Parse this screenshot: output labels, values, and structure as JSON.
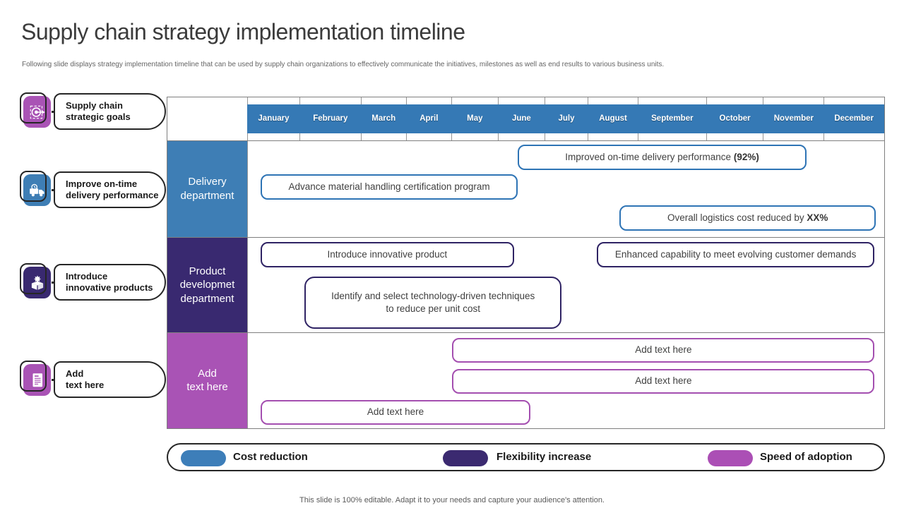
{
  "slide": {
    "title": "Supply chain strategy implementation timeline",
    "subtitle": "Following slide displays strategy implementation  timeline  that can be used by supply chain organizations to effectively communicate the initiatives,  milestones as  well as end results to various business units.",
    "footer": "This slide is 100% editable. Adapt it to your needs and capture your audience's attention."
  },
  "sidebar": {
    "items": [
      {
        "label": "Supply chain\nstrategic goals",
        "icon": "target-icon",
        "color": "#A953B5"
      },
      {
        "label": "Improve on-time\ndelivery performance",
        "icon": "truck-icon",
        "color": "#3E7EB5"
      },
      {
        "label": "Introduce\ninnovative products",
        "icon": "innovation-box-icon",
        "color": "#392970"
      },
      {
        "label": "Add\ntext here",
        "icon": "document-icon",
        "color": "#A953B5"
      }
    ]
  },
  "timeline": {
    "months": [
      "January",
      "February",
      "March",
      "April",
      "May",
      "June",
      "July",
      "August",
      "September",
      "October",
      "November",
      "December"
    ],
    "rows": [
      {
        "department": "Delivery\ndepartment",
        "color": "#3E7EB5",
        "bars": [
          {
            "text": "Improved on-time delivery performance ",
            "bold": "(92%)"
          },
          {
            "text": "Advance material handling certification program",
            "bold": ""
          },
          {
            "text": "Overall logistics cost reduced by ",
            "bold": "XX%"
          }
        ]
      },
      {
        "department": "Product\ndevelopmet\ndepartment",
        "color": "#392970",
        "bars": [
          {
            "text": "Introduce innovative product",
            "bold": ""
          },
          {
            "text": "Enhanced capability to meet evolving customer demands",
            "bold": ""
          },
          {
            "text": "Identify and select technology-driven techniques\nto reduce per unit cost",
            "bold": ""
          }
        ]
      },
      {
        "department": "Add\ntext here",
        "color": "#A953B5",
        "bars": [
          {
            "text": "Add text here",
            "bold": ""
          },
          {
            "text": "Add text here",
            "bold": ""
          },
          {
            "text": "Add text here",
            "bold": ""
          }
        ]
      }
    ]
  },
  "legend": {
    "items": [
      {
        "label": "Cost reduction",
        "color": "#3D7EB9"
      },
      {
        "label": "Flexibility increase",
        "color": "#3B2A70"
      },
      {
        "label": "Speed of adoption",
        "color": "#AB4FB5"
      }
    ]
  }
}
